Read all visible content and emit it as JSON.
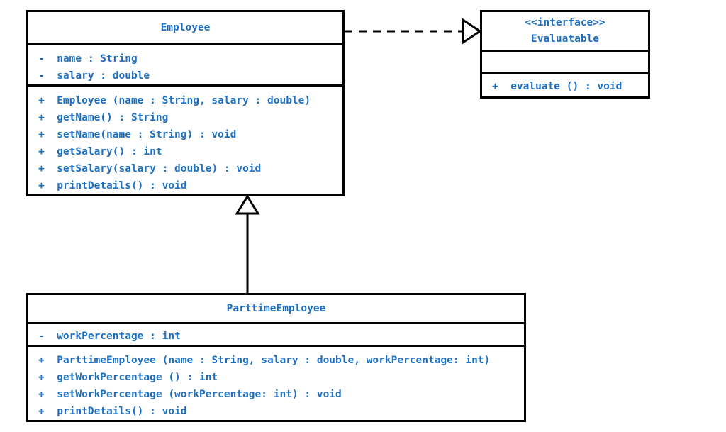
{
  "diagram": {
    "type": "uml-class-diagram",
    "background_color": "#ffffff",
    "text_color": "#1b6ec2",
    "border_color": "#000000"
  },
  "classes": {
    "employee": {
      "name": "Employee",
      "attributes": [
        "-  name : String",
        "-  salary : double"
      ],
      "methods": [
        "+  Employee (name : String, salary : double)",
        "+  getName() : String",
        "+  setName(name : String) : void",
        "+  getSalary() : int",
        "+  setSalary(salary : double) : void",
        "+  printDetails() : void"
      ]
    },
    "evaluatable": {
      "stereotype": "<<interface>>",
      "name": "Evaluatable",
      "attributes": [],
      "methods": [
        "+  evaluate () : void"
      ]
    },
    "parttime_employee": {
      "name": "ParttimeEmployee",
      "attributes": [
        "-  workPercentage : int"
      ],
      "methods": [
        "+  ParttimeEmployee (name : String, salary : double, workPercentage: int)",
        "+  getWorkPercentage () : int",
        "+  setWorkPercentage (workPercentage: int) : void",
        "+  printDetails() : void"
      ]
    }
  },
  "relationships": [
    {
      "id": "realization",
      "kind": "realization",
      "line_style": "dashed",
      "arrowhead": "hollow-triangle",
      "source": "Employee",
      "target": "Evaluatable"
    },
    {
      "id": "generalization",
      "kind": "generalization",
      "line_style": "solid",
      "arrowhead": "hollow-triangle",
      "source": "ParttimeEmployee",
      "target": "Employee"
    }
  ]
}
